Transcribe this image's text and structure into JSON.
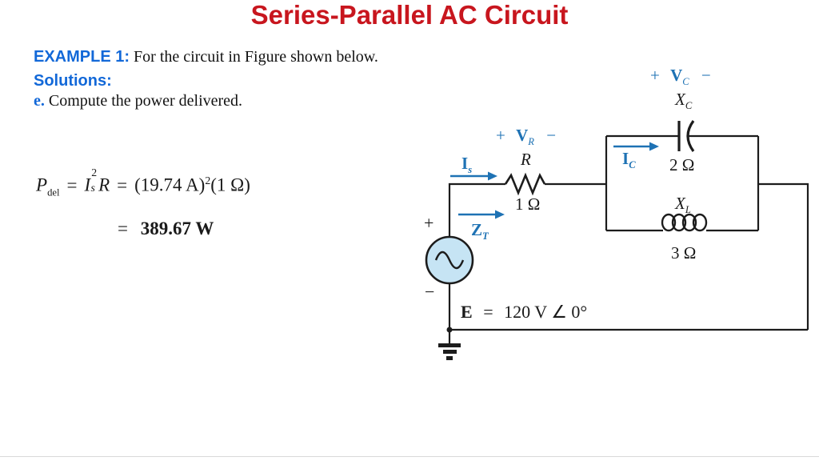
{
  "title": "Series-Parallel AC Circuit",
  "example": {
    "label": "EXAMPLE 1:",
    "text": "For the circuit in Figure shown below."
  },
  "solutions": {
    "label": "Solutions:"
  },
  "task": {
    "label": "e.",
    "text": "Compute the power delivered."
  },
  "formula": {
    "p": "P",
    "p_sub": "del",
    "eq1": "=",
    "i": "I",
    "i_sup": "2",
    "i_sub": "s",
    "r": "R",
    "eq2": "=",
    "term1": "(19.74 A)",
    "term1_sup": "2",
    "term2": "(1 Ω)",
    "eq3": "=",
    "result": "389.67 W"
  },
  "circuit": {
    "is": {
      "sym": "I",
      "sub": "s"
    },
    "zt": {
      "sym": "Z",
      "sub": "T"
    },
    "ic": {
      "sym": "I",
      "sub": "C"
    },
    "vr": {
      "plus": "+",
      "sym": "V",
      "sub": "R",
      "minus": "−"
    },
    "vc": {
      "plus": "+",
      "sym": "V",
      "sub": "C",
      "minus": "−"
    },
    "r": {
      "sym": "R",
      "value": "1 Ω"
    },
    "xc": {
      "sym": "X",
      "sub": "C",
      "value": "2 Ω"
    },
    "xl": {
      "sym": "X",
      "sub": "L",
      "value": "3 Ω"
    },
    "source": {
      "plus": "+",
      "minus": "−"
    },
    "emf": {
      "sym": "E",
      "eq": "=",
      "value": "120 V ∠ 0°"
    }
  },
  "colors": {
    "title_red": "#c8161e",
    "heading_blue": "#1268d8",
    "circuit_blue": "#1e72b4",
    "wire": "#1c1c1c",
    "source_fill": "#c6e4f4"
  }
}
